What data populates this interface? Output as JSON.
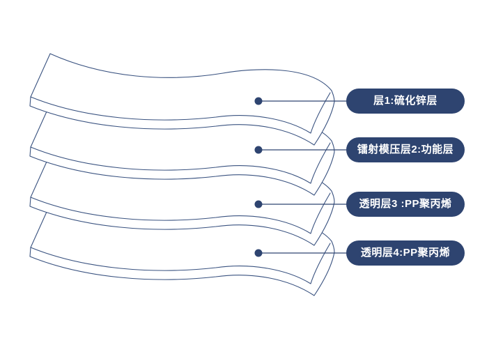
{
  "diagram": {
    "layers": [
      {
        "label": "层1:硫化锌层"
      },
      {
        "label": "镭射模压层2:功能层"
      },
      {
        "label": "透明层3 :PP聚丙烯"
      },
      {
        "label": "透明层4:PP聚丙烯"
      }
    ],
    "colors": {
      "pill_bg": "#2e4470",
      "pill_text": "#ffffff",
      "outline": "#38517f",
      "connector": "#2e4470",
      "background": "#ffffff"
    }
  }
}
